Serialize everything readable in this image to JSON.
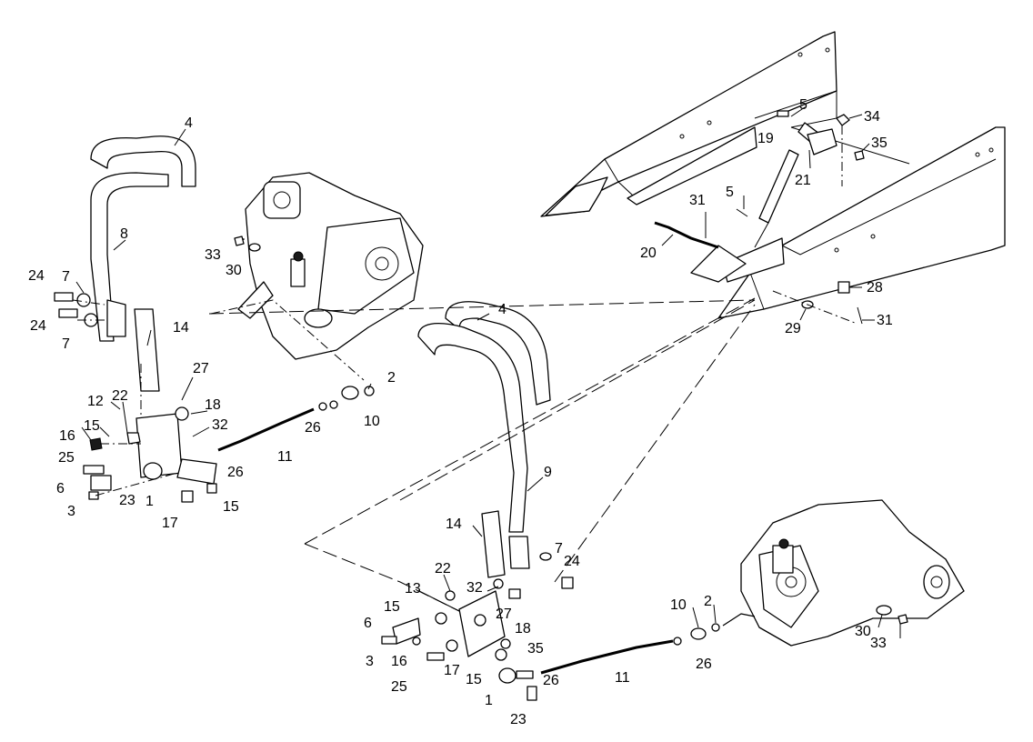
{
  "callouts": [
    {
      "id": "left-handle-bar-4",
      "text": "4"
    },
    {
      "id": "left-lever-8",
      "text": "8"
    },
    {
      "id": "left-bolt-24a",
      "text": "24"
    },
    {
      "id": "left-washer-7a",
      "text": "7"
    },
    {
      "id": "left-bolt-24b",
      "text": "24"
    },
    {
      "id": "left-washer-7b",
      "text": "7"
    },
    {
      "id": "left-bracket-14",
      "text": "14"
    },
    {
      "id": "left-screw-27",
      "text": "27"
    },
    {
      "id": "left-bushing-22",
      "text": "22"
    },
    {
      "id": "left-plate-12",
      "text": "12"
    },
    {
      "id": "left-spacer-18",
      "text": "18"
    },
    {
      "id": "left-pin-32",
      "text": "32"
    },
    {
      "id": "left-nut-16",
      "text": "16"
    },
    {
      "id": "left-bushing-15a",
      "text": "15"
    },
    {
      "id": "left-bolt-25",
      "text": "25"
    },
    {
      "id": "left-clip-6",
      "text": "6"
    },
    {
      "id": "left-nut-3",
      "text": "3"
    },
    {
      "id": "left-bolt-23",
      "text": "23"
    },
    {
      "id": "left-bearing-1",
      "text": "1"
    },
    {
      "id": "left-nut-17",
      "text": "17"
    },
    {
      "id": "left-bushing-15b",
      "text": "15"
    },
    {
      "id": "left-nut-26a",
      "text": "26"
    },
    {
      "id": "left-rod-11",
      "text": "11"
    },
    {
      "id": "left-nut-26b",
      "text": "26"
    },
    {
      "id": "left-rodend-10",
      "text": "10"
    },
    {
      "id": "left-nut-2",
      "text": "2"
    },
    {
      "id": "left-nut-33",
      "text": "33"
    },
    {
      "id": "left-washer-30",
      "text": "30"
    },
    {
      "id": "right-handle-bar-4",
      "text": "4"
    },
    {
      "id": "right-lever-9",
      "text": "9"
    },
    {
      "id": "right-bracket-14",
      "text": "14"
    },
    {
      "id": "right-washer-7",
      "text": "7"
    },
    {
      "id": "right-bolt-24",
      "text": "24"
    },
    {
      "id": "right-bushing-22",
      "text": "22"
    },
    {
      "id": "right-plate-13",
      "text": "13"
    },
    {
      "id": "right-pin-32",
      "text": "32"
    },
    {
      "id": "right-screw-27",
      "text": "27"
    },
    {
      "id": "right-clip-6",
      "text": "6"
    },
    {
      "id": "right-bushing-15a",
      "text": "15"
    },
    {
      "id": "right-spacer-18",
      "text": "18"
    },
    {
      "id": "right-nut-3",
      "text": "3"
    },
    {
      "id": "right-nut-16",
      "text": "16"
    },
    {
      "id": "right-nut-17",
      "text": "17"
    },
    {
      "id": "right-nut-35",
      "text": "35"
    },
    {
      "id": "right-bolt-25",
      "text": "25"
    },
    {
      "id": "right-bushing-15b",
      "text": "15"
    },
    {
      "id": "right-nut-26a",
      "text": "26"
    },
    {
      "id": "right-bearing-1",
      "text": "1"
    },
    {
      "id": "right-bolt-23",
      "text": "23"
    },
    {
      "id": "right-rod-11",
      "text": "11"
    },
    {
      "id": "right-rodend-10",
      "text": "10"
    },
    {
      "id": "right-nut-2",
      "text": "2"
    },
    {
      "id": "right-nut-26b",
      "text": "26"
    },
    {
      "id": "right-washer-30",
      "text": "30"
    },
    {
      "id": "right-nut-33",
      "text": "33"
    },
    {
      "id": "frame-pin-5a",
      "text": "5"
    },
    {
      "id": "frame-bolt-34",
      "text": "34"
    },
    {
      "id": "frame-damper-19",
      "text": "19"
    },
    {
      "id": "frame-nut-35",
      "text": "35"
    },
    {
      "id": "frame-bracket-21",
      "text": "21"
    },
    {
      "id": "frame-cotter-31a",
      "text": "31"
    },
    {
      "id": "frame-pin-5b",
      "text": "5"
    },
    {
      "id": "frame-rod-20",
      "text": "20"
    },
    {
      "id": "frame-bolt-28",
      "text": "28"
    },
    {
      "id": "frame-washer-29",
      "text": "29"
    },
    {
      "id": "frame-cotter-31b",
      "text": "31"
    }
  ]
}
